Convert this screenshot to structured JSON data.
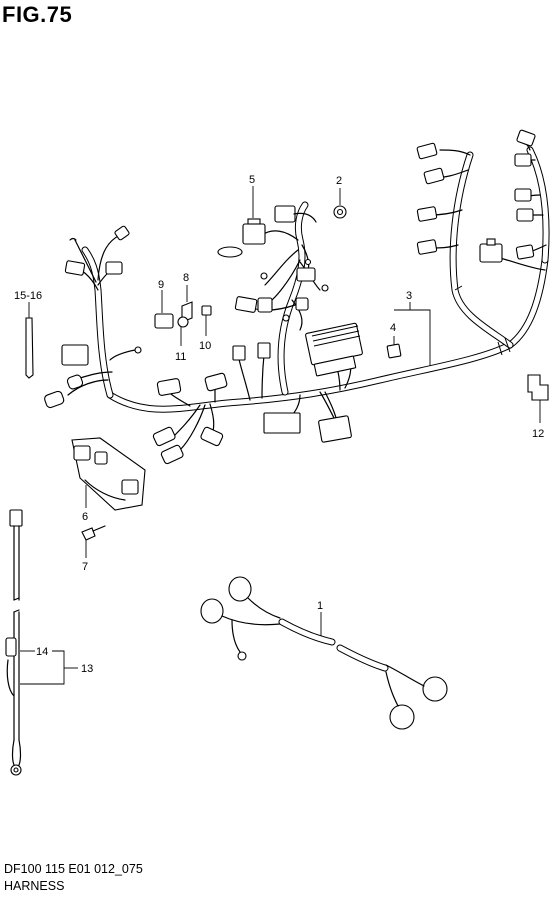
{
  "figure": {
    "title": "FIG.75",
    "footer_code": "DF100 115 E01 012_075",
    "footer_name": "HARNESS"
  },
  "callouts": {
    "c1": "1",
    "c2": "2",
    "c3": "3",
    "c4": "4",
    "c5": "5",
    "c6": "6",
    "c7": "7",
    "c8": "8",
    "c9": "9",
    "c10": "10",
    "c11": "11",
    "c12": "12",
    "c13": "13",
    "c14": "14",
    "c1516": "15-16"
  }
}
